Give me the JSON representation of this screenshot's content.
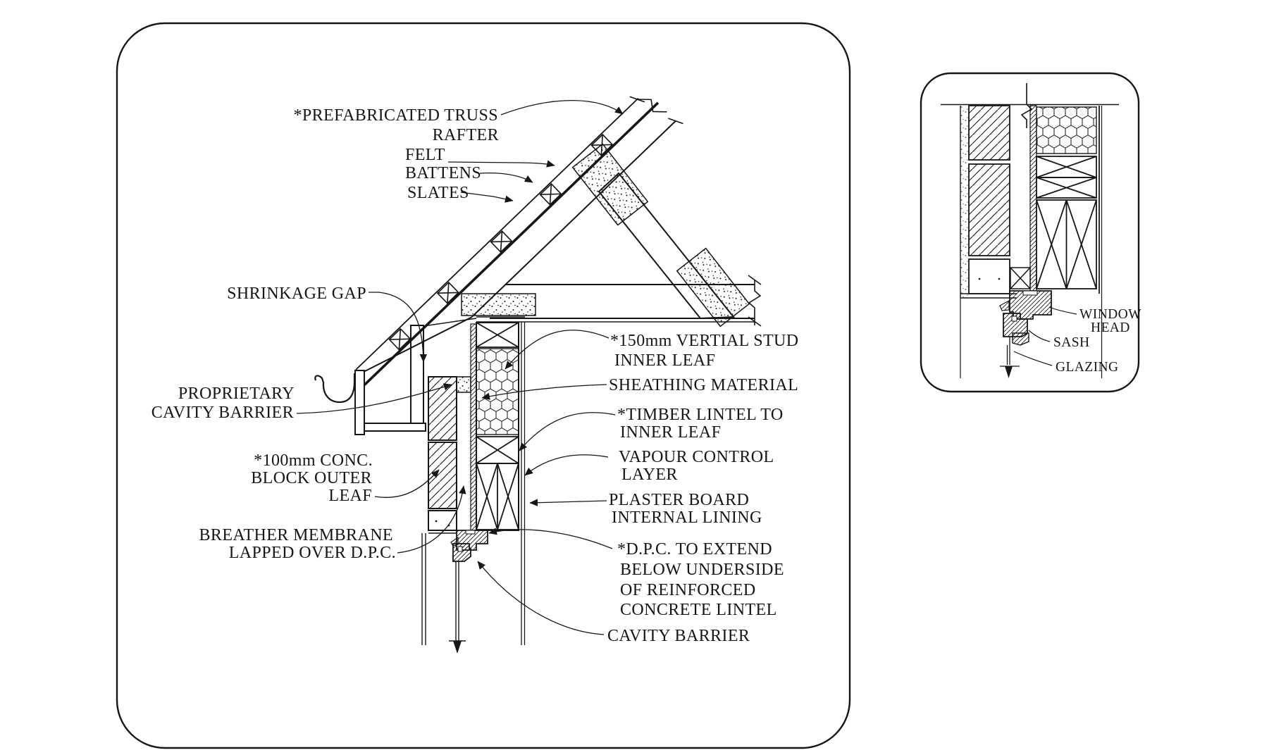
{
  "drawing": {
    "colors": {
      "ink": "#161616",
      "paper": "#ffffff"
    },
    "main_panel": {
      "labels": {
        "prefab_truss": {
          "lines": [
            "*PREFABRICATED TRUSS",
            "RAFTER"
          ]
        },
        "felt": "FELT",
        "battens": "BATTENS",
        "slates": "SLATES",
        "shrinkage_gap": "SHRINKAGE GAP",
        "proprietary_cavity_barrier": {
          "lines": [
            "PROPRIETARY",
            "CAVITY BARRIER"
          ]
        },
        "conc_block": {
          "lines": [
            "*100mm CONC.",
            "BLOCK OUTER",
            "LEAF"
          ]
        },
        "breather_membrane": {
          "lines": [
            "BREATHER MEMBRANE",
            "LAPPED OVER D.P.C."
          ]
        },
        "vertical_stud": {
          "lines": [
            "*150mm VERTIAL STUD",
            "INNER LEAF"
          ]
        },
        "sheathing": "SHEATHING MATERIAL",
        "timber_lintel": {
          "lines": [
            "*TIMBER LINTEL TO",
            "INNER LEAF"
          ]
        },
        "vapour_control": {
          "lines": [
            "VAPOUR CONTROL",
            "LAYER"
          ]
        },
        "plaster_board": {
          "lines": [
            "PLASTER BOARD",
            "INTERNAL LINING"
          ]
        },
        "dpc": {
          "lines": [
            "*D.P.C. TO EXTEND",
            "BELOW UNDERSIDE",
            "OF REINFORCED",
            "CONCRETE LINTEL"
          ]
        },
        "cavity_barrier": "CAVITY BARRIER"
      }
    },
    "inset_panel": {
      "labels": {
        "window_head": {
          "lines": [
            "WINDOW",
            "HEAD"
          ]
        },
        "sash": "SASH",
        "glazing": "GLAZING"
      }
    }
  }
}
